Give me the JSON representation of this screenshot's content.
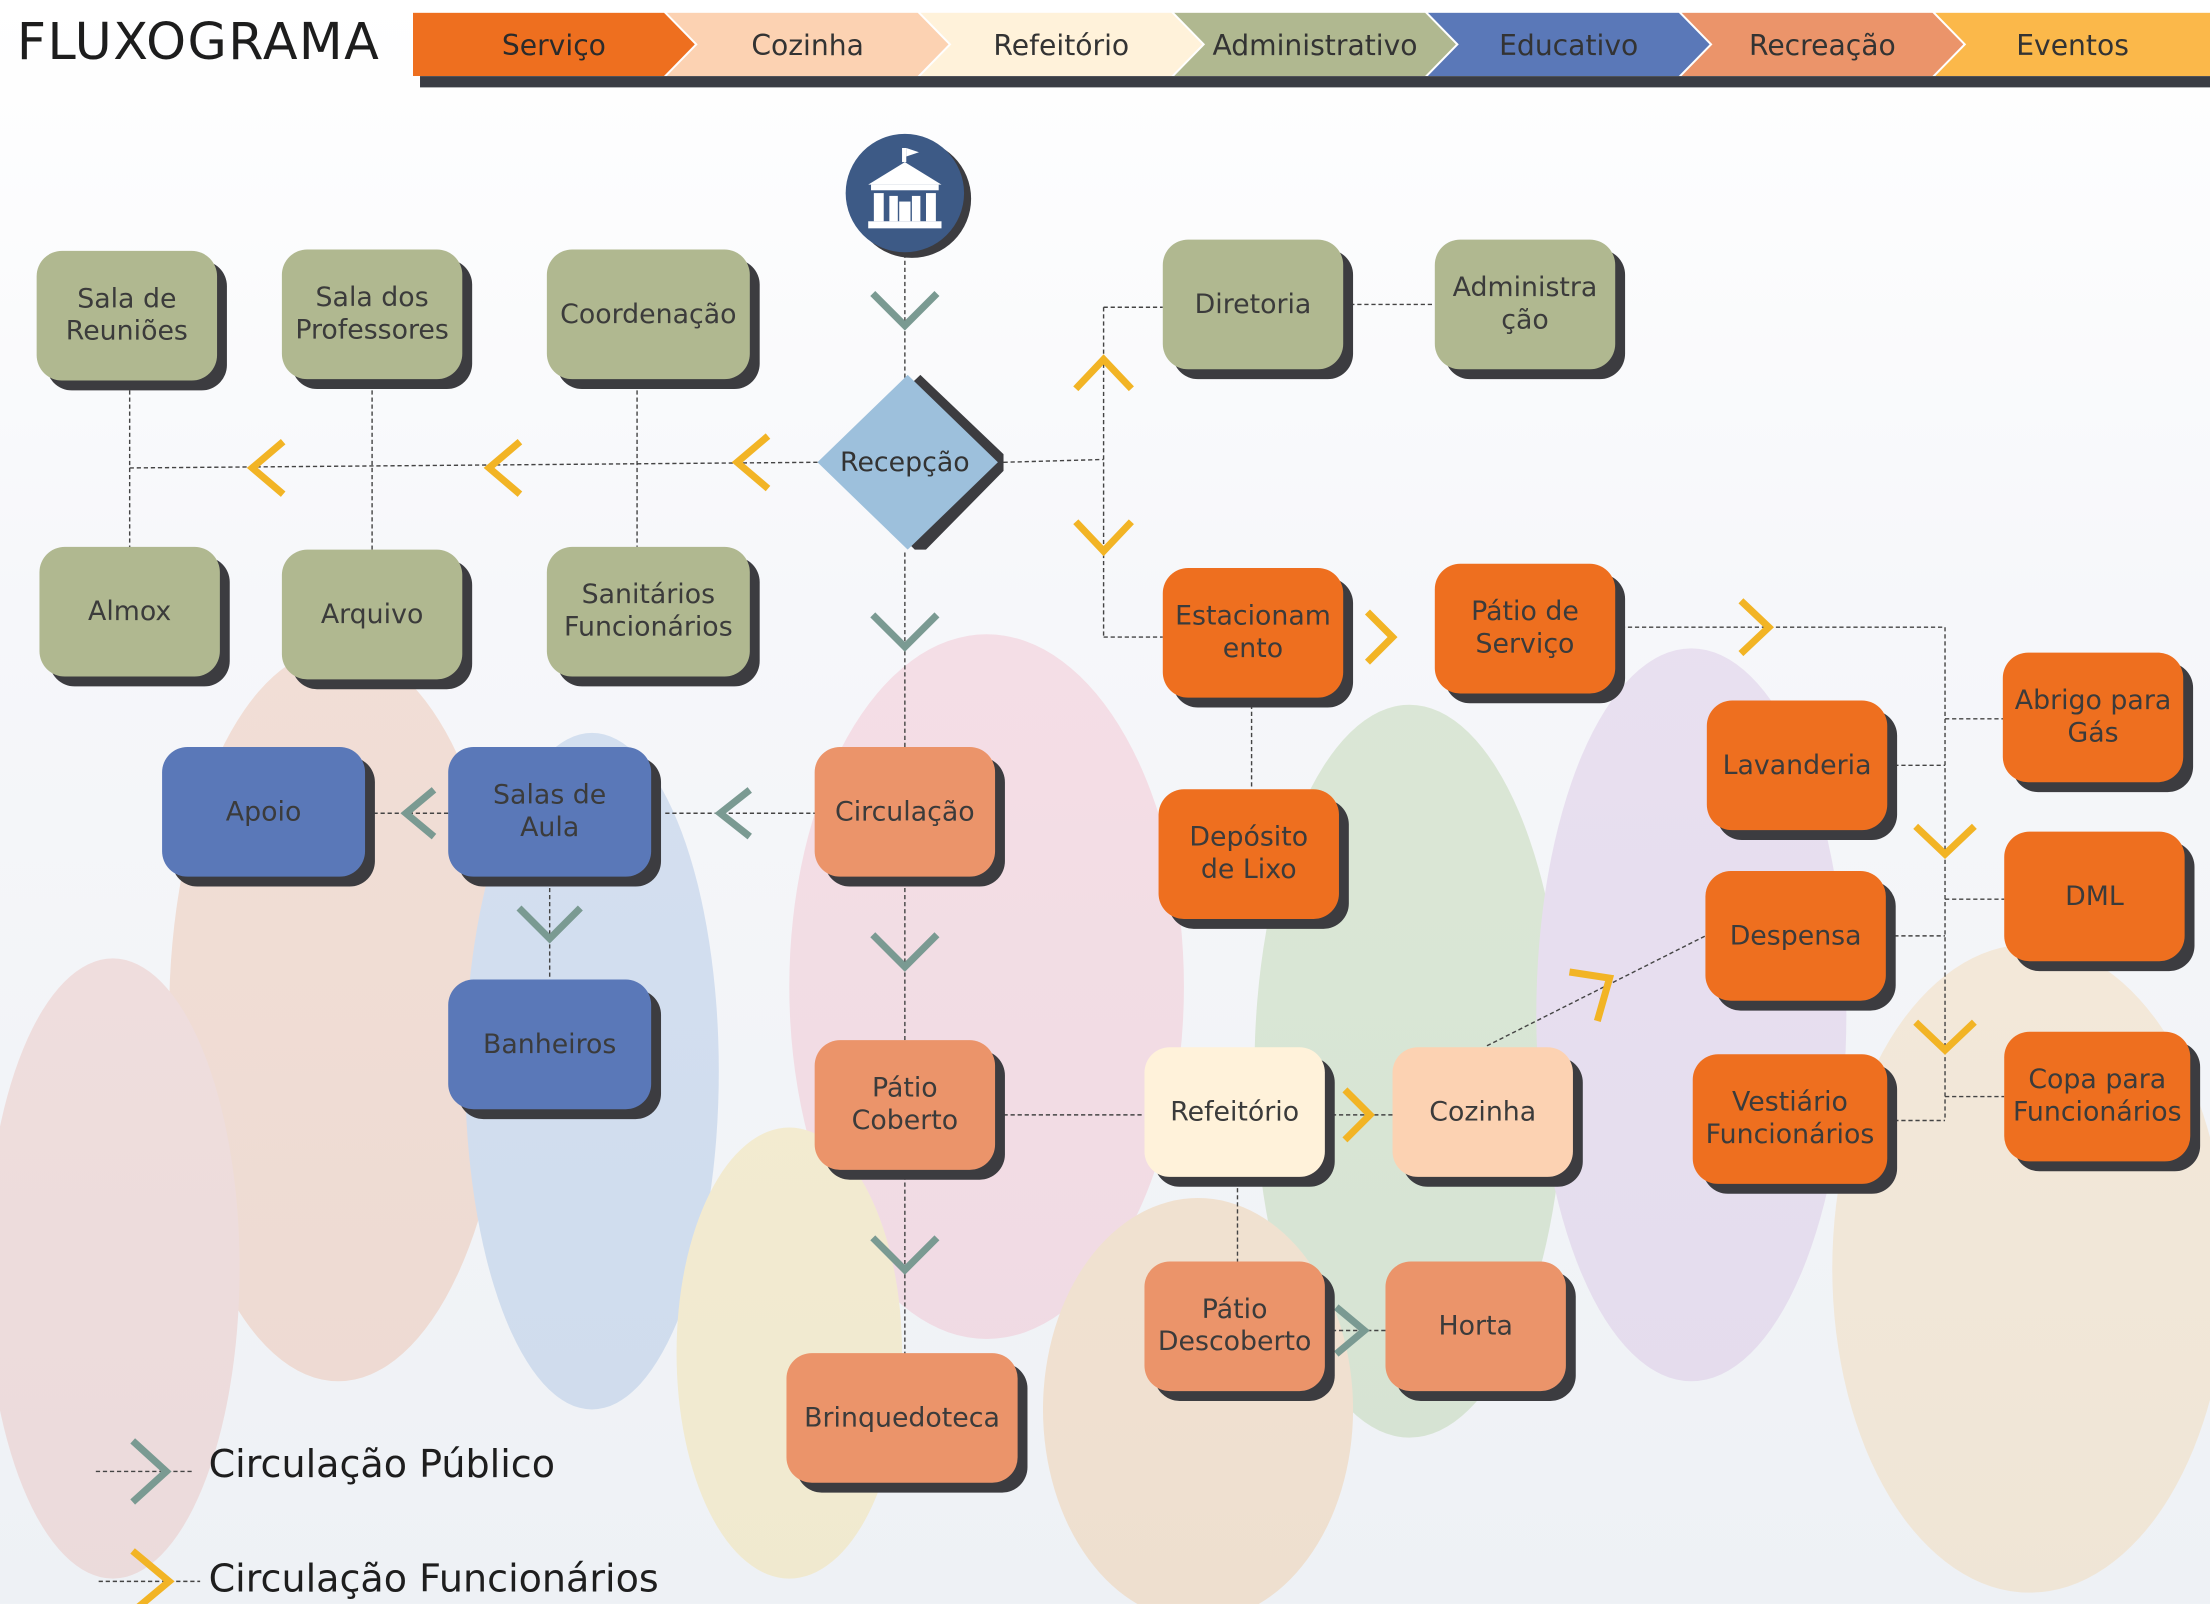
{
  "header": {
    "title": "FLUXOGRAMA",
    "tabs": [
      {
        "label": "Serviço",
        "color": "#ee6f1f"
      },
      {
        "label": "Cozinha",
        "color": "#fcd2b2"
      },
      {
        "label": "Refeitório",
        "color": "#fff2da"
      },
      {
        "label": "Administrativo",
        "color": "#b0b890"
      },
      {
        "label": "Educativo",
        "color": "#5a78b8"
      },
      {
        "label": "Recreação",
        "color": "#eb946a"
      },
      {
        "label": "Eventos",
        "color": "#fbb84a"
      }
    ]
  },
  "nodes": {
    "entrance": {
      "icon": "school-building-icon",
      "color": "#3d5a86"
    },
    "recepcao": {
      "label": "Recepção",
      "color": "#9dc0dc"
    },
    "sala_reunioes": {
      "label": "Sala de\nReuniões"
    },
    "sala_professores": {
      "label": "Sala dos\nProfessores"
    },
    "coordenacao": {
      "label": "Coordenação"
    },
    "almox": {
      "label": "Almox"
    },
    "arquivo": {
      "label": "Arquivo"
    },
    "sanitarios": {
      "label": "Sanitários\nFuncionários"
    },
    "diretoria": {
      "label": "Diretoria"
    },
    "administracao": {
      "label": "Administra\nção"
    },
    "estacionamento": {
      "label": "Estacionam\nento"
    },
    "patio_servico": {
      "label": "Pátio de\nServiço"
    },
    "deposito_lixo": {
      "label": "Depósito\nde Lixo"
    },
    "abrigo_gas": {
      "label": "Abrigo para\nGás"
    },
    "lavanderia": {
      "label": "Lavanderia"
    },
    "dml": {
      "label": "DML"
    },
    "despensa": {
      "label": "Despensa"
    },
    "vestiario": {
      "label": "Vestiário\nFuncionários"
    },
    "copa": {
      "label": "Copa para\nFuncionários"
    },
    "apoio": {
      "label": "Apoio"
    },
    "salas_aula": {
      "label": "Salas de\nAula"
    },
    "circulacao": {
      "label": "Circulação"
    },
    "banheiros": {
      "label": "Banheiros"
    },
    "patio_coberto": {
      "label": "Pátio\nCoberto"
    },
    "refeitorio": {
      "label": "Refeitório"
    },
    "cozinha": {
      "label": "Cozinha"
    },
    "patio_descoberto": {
      "label": "Pátio\nDescoberto"
    },
    "horta": {
      "label": "Horta"
    },
    "brinquedoteca": {
      "label": "Brinquedoteca"
    }
  },
  "legend": {
    "public": {
      "label": "Circulação Público",
      "color": "#7a9a92"
    },
    "staff": {
      "label": "Circulação Funcionários",
      "color": "#f2b425"
    }
  }
}
